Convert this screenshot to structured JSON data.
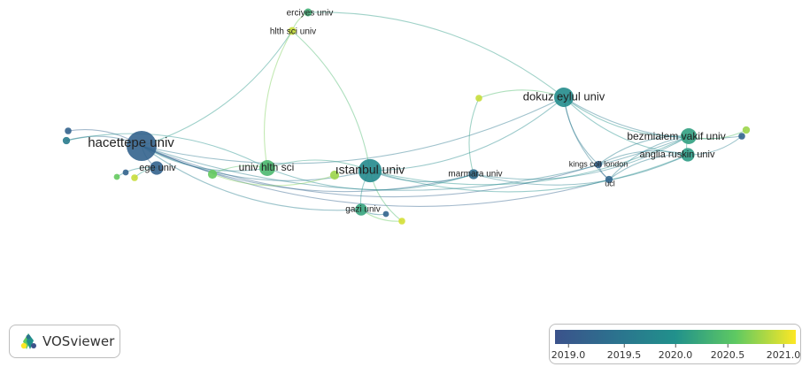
{
  "app": {
    "name": "VOSviewer"
  },
  "legend": {
    "ticks": [
      "2019.0",
      "2019.5",
      "2020.0",
      "2020.5",
      "2021.0"
    ],
    "range": [
      2018.85,
      2021.15
    ],
    "colors": [
      "#3b528b",
      "#2c728e",
      "#21918c",
      "#5ec962",
      "#fde725"
    ]
  },
  "nodes": [
    {
      "id": "hacettepe",
      "label": "hacettepe univ",
      "year": 2019.15,
      "weight": 100
    },
    {
      "id": "istanbul",
      "label": "ıstanbul univ",
      "year": 2019.85,
      "weight": 60
    },
    {
      "id": "dokuz",
      "label": "dokuz eylul univ",
      "year": 2019.9,
      "weight": 42
    },
    {
      "id": "bezmialem",
      "label": "bezmialem vakif univ",
      "year": 2020.15,
      "weight": 28
    },
    {
      "id": "anglia",
      "label": "anglia ruskin univ",
      "year": 2020.1,
      "weight": 20
    },
    {
      "id": "hlthsci_univ",
      "label": "univ hlth sci",
      "year": 2020.4,
      "weight": 28
    },
    {
      "id": "ege",
      "label": "ege univ",
      "year": 2019.15,
      "weight": 20
    },
    {
      "id": "marmara",
      "label": "marmara univ",
      "year": 2019.3,
      "weight": 11
    },
    {
      "id": "gazi",
      "label": "gazi univ",
      "year": 2020.2,
      "weight": 16
    },
    {
      "id": "kings",
      "label": "kings coll london",
      "year": 2019.15,
      "weight": 6
    },
    {
      "id": "ucl",
      "label": "ucl",
      "year": 2019.2,
      "weight": 6
    },
    {
      "id": "erciyes",
      "label": "erciyes univ",
      "year": 2020.3,
      "weight": 7
    },
    {
      "id": "hlthsci",
      "label": "hlth sci univ",
      "year": 2020.95,
      "weight": 7
    },
    {
      "id": "u1",
      "label": "",
      "year": 2020.95,
      "weight": 5
    },
    {
      "id": "u2",
      "label": "",
      "year": 2020.6,
      "weight": 4
    },
    {
      "id": "u3",
      "label": "",
      "year": 2019.15,
      "weight": 4
    },
    {
      "id": "u4",
      "label": "",
      "year": 2020.6,
      "weight": 9
    },
    {
      "id": "u5",
      "label": "",
      "year": 2020.8,
      "weight": 9
    },
    {
      "id": "u6",
      "label": "",
      "year": 2019.6,
      "weight": 6
    },
    {
      "id": "u7",
      "label": "",
      "year": 2020.95,
      "weight": 5
    },
    {
      "id": "u8",
      "label": "",
      "year": 2020.8,
      "weight": 6
    },
    {
      "id": "u9",
      "label": "",
      "year": 2019.2,
      "weight": 5
    },
    {
      "id": "u10",
      "label": "",
      "year": 2021.0,
      "weight": 5
    },
    {
      "id": "u11",
      "label": "",
      "year": 2019.15,
      "weight": 5
    },
    {
      "id": "u12",
      "label": "",
      "year": 2019.2,
      "weight": 4
    }
  ],
  "links": [
    [
      "hacettepe",
      "istanbul"
    ],
    [
      "hacettepe",
      "dokuz"
    ],
    [
      "hacettepe",
      "hlthsci_univ"
    ],
    [
      "hacettepe",
      "ege"
    ],
    [
      "hacettepe",
      "marmara"
    ],
    [
      "hacettepe",
      "gazi"
    ],
    [
      "hacettepe",
      "kings"
    ],
    [
      "hacettepe",
      "ucl"
    ],
    [
      "hacettepe",
      "bezmialem"
    ],
    [
      "hacettepe",
      "hlthsci"
    ],
    [
      "hacettepe",
      "u6"
    ],
    [
      "hacettepe",
      "u11"
    ],
    [
      "istanbul",
      "dokuz"
    ],
    [
      "istanbul",
      "hlthsci_univ"
    ],
    [
      "istanbul",
      "marmara"
    ],
    [
      "istanbul",
      "gazi"
    ],
    [
      "istanbul",
      "hlthsci"
    ],
    [
      "istanbul",
      "bezmialem"
    ],
    [
      "istanbul",
      "anglia"
    ],
    [
      "istanbul",
      "u10"
    ],
    [
      "dokuz",
      "bezmialem"
    ],
    [
      "dokuz",
      "anglia"
    ],
    [
      "dokuz",
      "kings"
    ],
    [
      "dokuz",
      "ucl"
    ],
    [
      "dokuz",
      "u7"
    ],
    [
      "dokuz",
      "erciyes"
    ],
    [
      "dokuz",
      "u9"
    ],
    [
      "bezmialem",
      "anglia"
    ],
    [
      "bezmialem",
      "kings"
    ],
    [
      "bezmialem",
      "ucl"
    ],
    [
      "bezmialem",
      "u8"
    ],
    [
      "anglia",
      "kings"
    ],
    [
      "anglia",
      "ucl"
    ],
    [
      "anglia",
      "u9"
    ],
    [
      "marmara",
      "anglia"
    ],
    [
      "marmara",
      "bezmialem"
    ],
    [
      "gazi",
      "u10"
    ],
    [
      "gazi",
      "u12"
    ],
    [
      "hlthsci_univ",
      "u6"
    ],
    [
      "hlthsci_univ",
      "u4"
    ],
    [
      "hlthsci_univ",
      "marmara"
    ],
    [
      "ege",
      "u1"
    ],
    [
      "ege",
      "u2"
    ],
    [
      "erciyes",
      "hlthsci"
    ],
    [
      "hlthsci",
      "hlthsci_univ"
    ],
    [
      "kings",
      "ucl"
    ],
    [
      "u4",
      "u5"
    ],
    [
      "u7",
      "marmara"
    ]
  ]
}
